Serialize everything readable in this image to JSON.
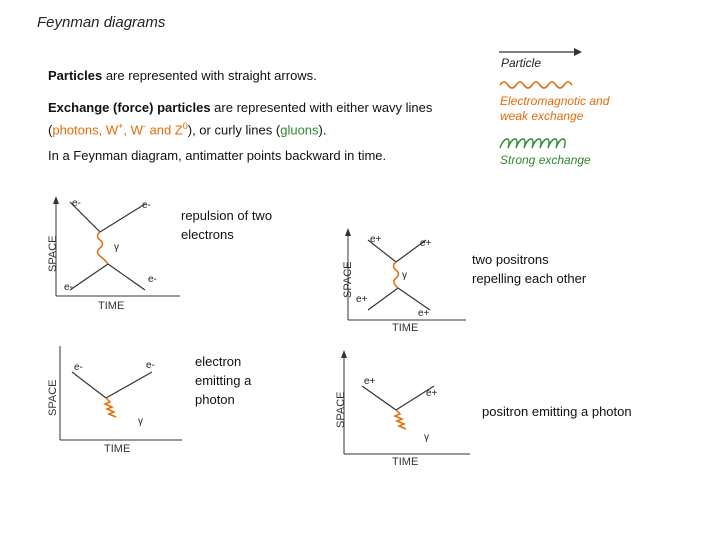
{
  "title": "Feynman diagrams",
  "intro": {
    "p1_bold": "Particles",
    "p1_rest": " are represented with straight arrows.",
    "p2_bold": "Exchange (force) particles",
    "p2_a": " are represented with either wavy lines (",
    "p2_photons": "photons, W",
    "p2_wplus": "+",
    "p2_b": ", W",
    "p2_wminus": "-",
    "p2_c": " and Z",
    "p2_z0": "0",
    "p2_d": "), or curly lines (",
    "p2_gluons": "gluons",
    "p2_e": ").",
    "p3": "In a Feynman diagram, antimatter points backward  in time."
  },
  "legend": {
    "particle": "Particle",
    "em_line1": "Electromagnotic and",
    "em_line2": "weak exchange",
    "strong": "Strong exchange"
  },
  "captions": {
    "d1_line1": "repulsion of two",
    "d1_line2": "electrons",
    "d2_line1": "two positrons",
    "d2_line2": "repelling each other",
    "d3_line1": "electron",
    "d3_line2": "emitting a",
    "d3_line3": "photon",
    "d4": "positron emitting a photon"
  },
  "axes": {
    "space": "SPACE",
    "time": "TIME"
  },
  "labels": {
    "eminus": "e-",
    "eplus": "e+",
    "gamma": "γ"
  },
  "colors": {
    "orange": "#e36c0a",
    "green": "#2e8b2e"
  }
}
